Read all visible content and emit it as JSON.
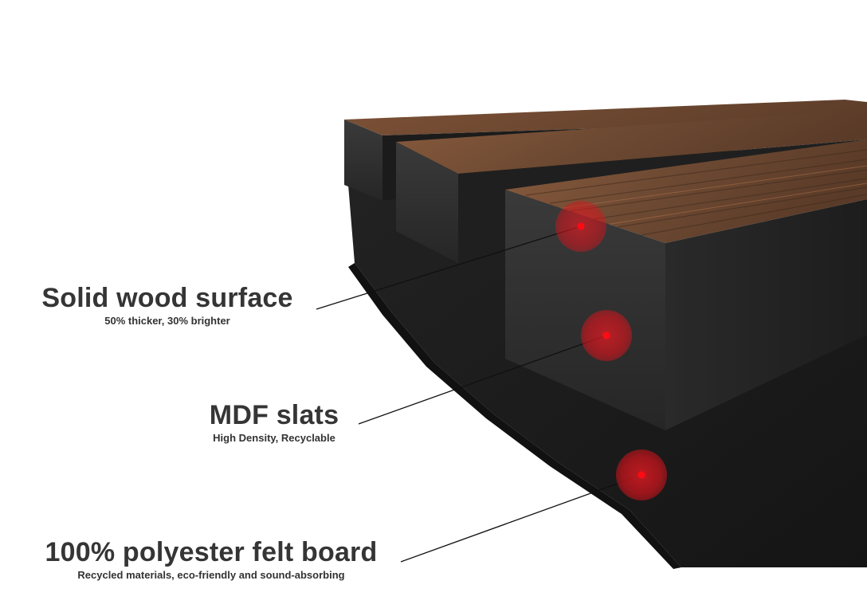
{
  "callouts": [
    {
      "title": "Solid wood surface",
      "subtitle": "50% thicker, 30% brighter",
      "marker_color": "#d8141c"
    },
    {
      "title": "MDF slats",
      "subtitle": "High Density, Recyclable",
      "marker_color": "#d8141c"
    },
    {
      "title": "100% polyester felt board",
      "subtitle": "Recycled materials, eco-friendly and sound-absorbing",
      "marker_color": "#d8141c"
    }
  ],
  "materials": {
    "wood_color": "#7a4f33",
    "mdf_color": "#2b2b2b",
    "felt_color": "#1c1c1c"
  }
}
